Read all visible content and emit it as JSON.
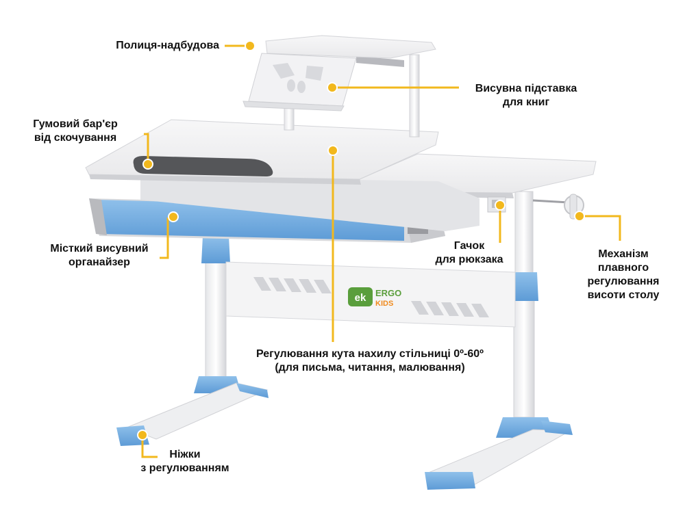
{
  "colors": {
    "accent": "#f2b81d",
    "blue": "#6fa9de",
    "blue_dark": "#4f8fcf",
    "desk_white": "#f3f3f4",
    "desk_shadow": "#d9dadd",
    "frame_gray": "#c8c9cd",
    "pad_gray": "#555659",
    "logo_green": "#5a9e3c",
    "logo_orange": "#f08a1d"
  },
  "logo": {
    "mark": "ek",
    "line1": "ERGO",
    "line2": "KIDS"
  },
  "labels": {
    "shelf": {
      "line1": "Полиця-надбудова"
    },
    "book_stand": {
      "line1": "Висувна підставка",
      "line2": "для книг"
    },
    "rubber_barrier": {
      "line1": "Гумовий бар'єр",
      "line2": "від скочування"
    },
    "organizer": {
      "line1": "Місткий висувний",
      "line2": "органайзер"
    },
    "hook": {
      "line1": "Гачок",
      "line2": "для рюкзака"
    },
    "mechanism": {
      "line1": "Механізм",
      "line2": "плавного",
      "line3": "регулювання",
      "line4": "висоти столу"
    },
    "tilt": {
      "line1": "Регулювання кута нахилу стільниці 0º-60º",
      "line2": "(для письма, читання, малювання)"
    },
    "legs": {
      "line1": "Ніжки",
      "line2": "з регулюванням"
    }
  }
}
